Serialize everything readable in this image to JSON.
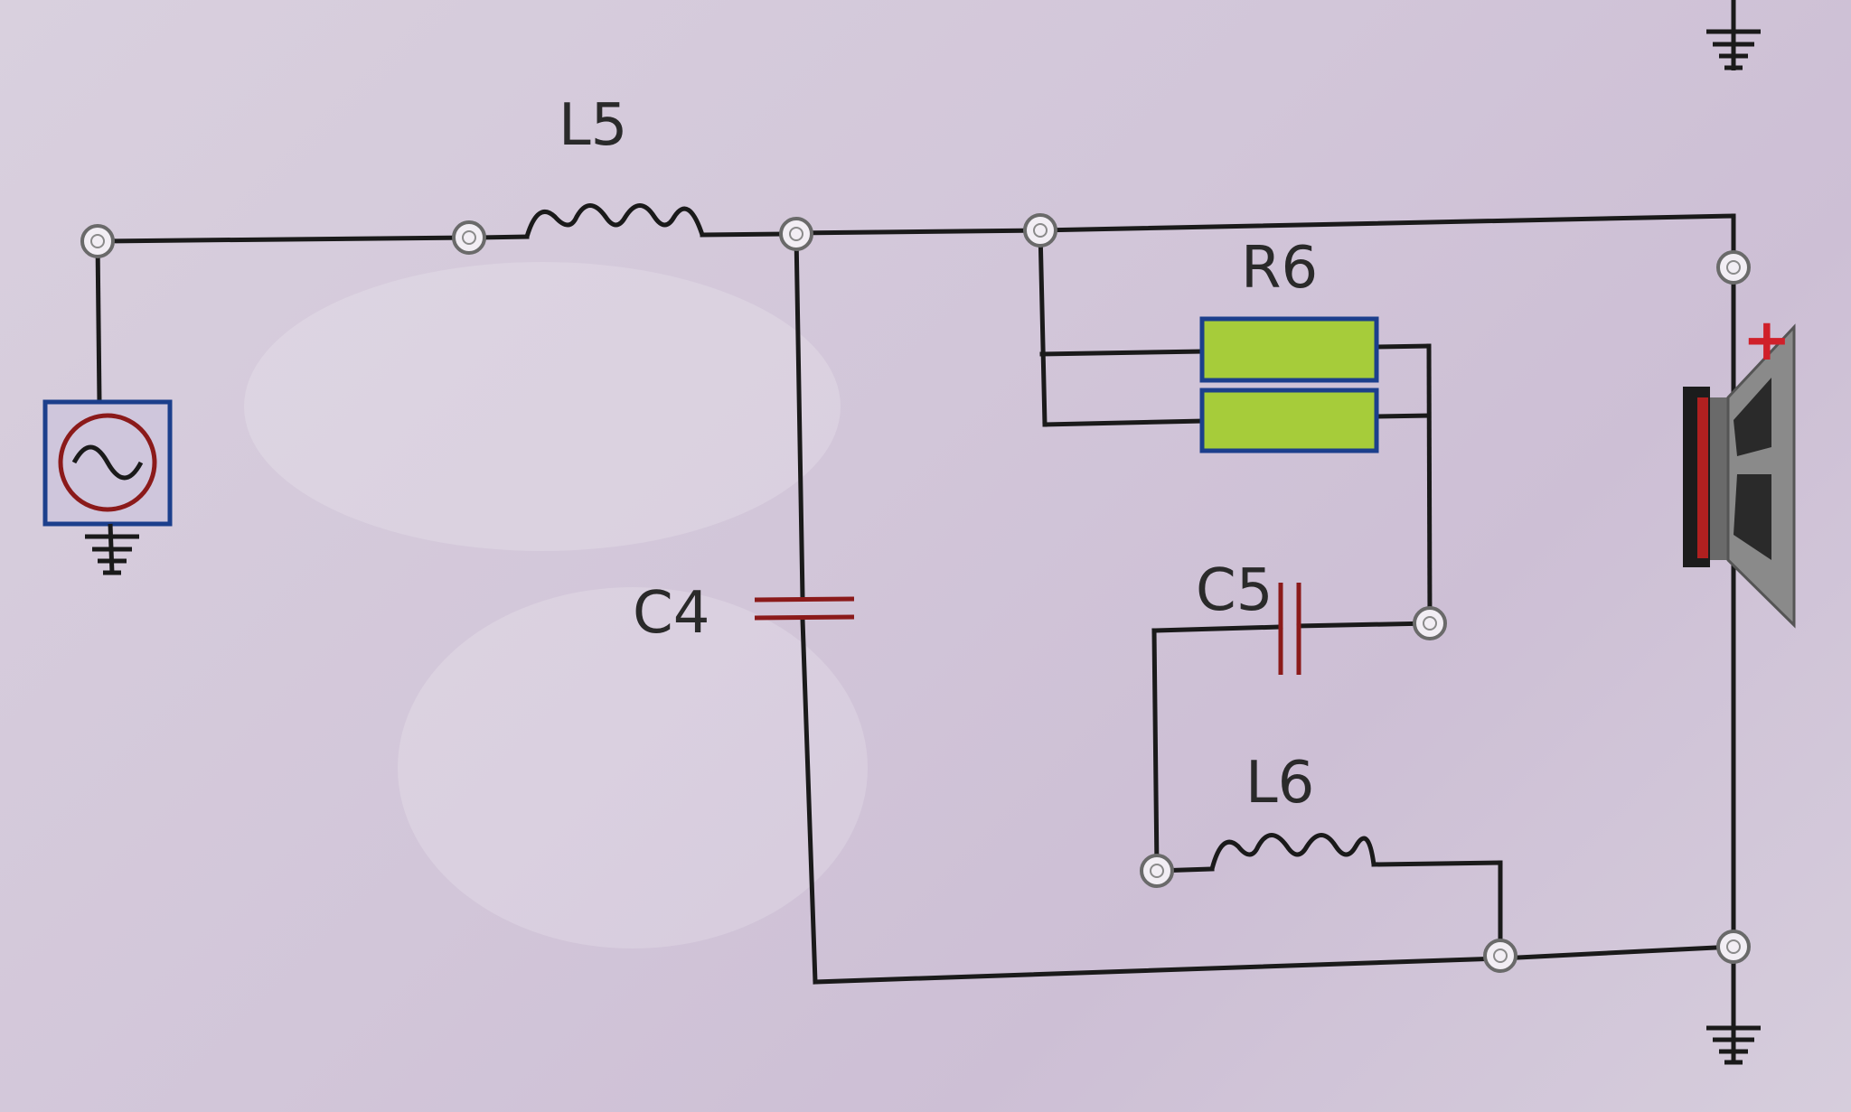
{
  "components": {
    "L5": {
      "label": "L5"
    },
    "R6": {
      "label": "R6"
    },
    "C4": {
      "label": "C4"
    },
    "C5": {
      "label": "C5"
    },
    "L6": {
      "label": "L6"
    }
  },
  "speaker": {
    "polarity_mark": "+"
  },
  "colors": {
    "background": "#d2c6d9",
    "wire": "#1a1a1a",
    "capacitor": "#8b1a1a",
    "resistor_fill": "#a6cc3a",
    "resistor_border": "#1c3f8c",
    "source_border": "#1c3f8c",
    "source_symbol": "#8b1a1a",
    "speaker_plus": "#d0202a"
  },
  "icons": {
    "source": "ac-voltage-source-icon",
    "ground": "ground-icon",
    "speaker": "loudspeaker-icon"
  }
}
